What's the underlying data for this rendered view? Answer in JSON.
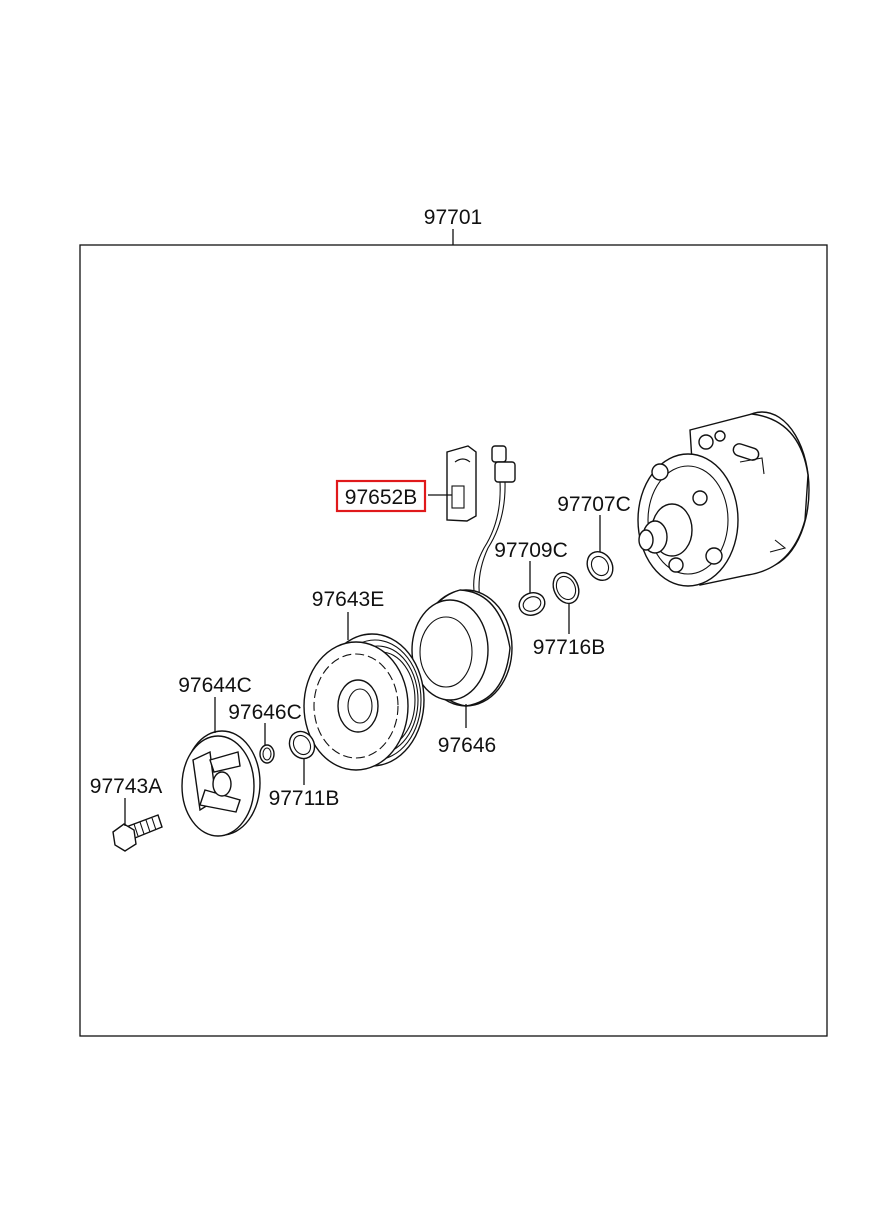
{
  "assembly": {
    "part_number": "97701"
  },
  "parts": {
    "bracket": {
      "part_number": "97652B",
      "highlighted": true
    },
    "compressor_seal_ring": {
      "part_number": "97707C"
    },
    "shim": {
      "part_number": "97709C"
    },
    "snap_ring": {
      "part_number": "97716B"
    },
    "pulley": {
      "part_number": "97643E"
    },
    "field_coil": {
      "part_number": "97646"
    },
    "pressure_plate": {
      "part_number": "97644C"
    },
    "spacer": {
      "part_number": "97646C"
    },
    "bearing_ring": {
      "part_number": "97711B"
    },
    "bolt": {
      "part_number": "97743A"
    }
  },
  "colors": {
    "highlight": "#e0191b",
    "line": "#111111",
    "background": "#ffffff"
  }
}
